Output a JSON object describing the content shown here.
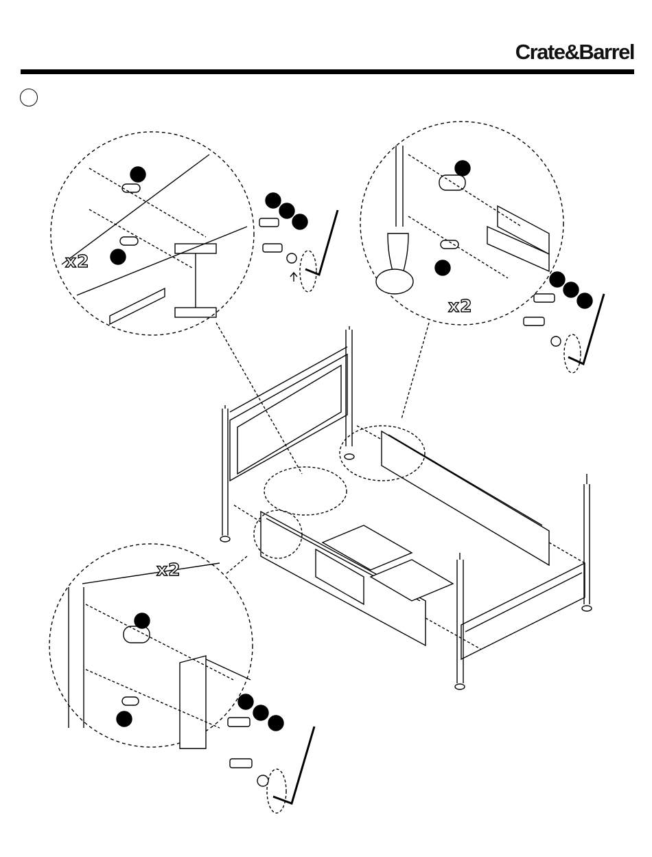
{
  "header": {
    "brand": "Crate&Barrel"
  },
  "callouts": {
    "top_left_qty": "x2",
    "top_right_qty": "x2",
    "bottom_left_qty": "x2"
  }
}
